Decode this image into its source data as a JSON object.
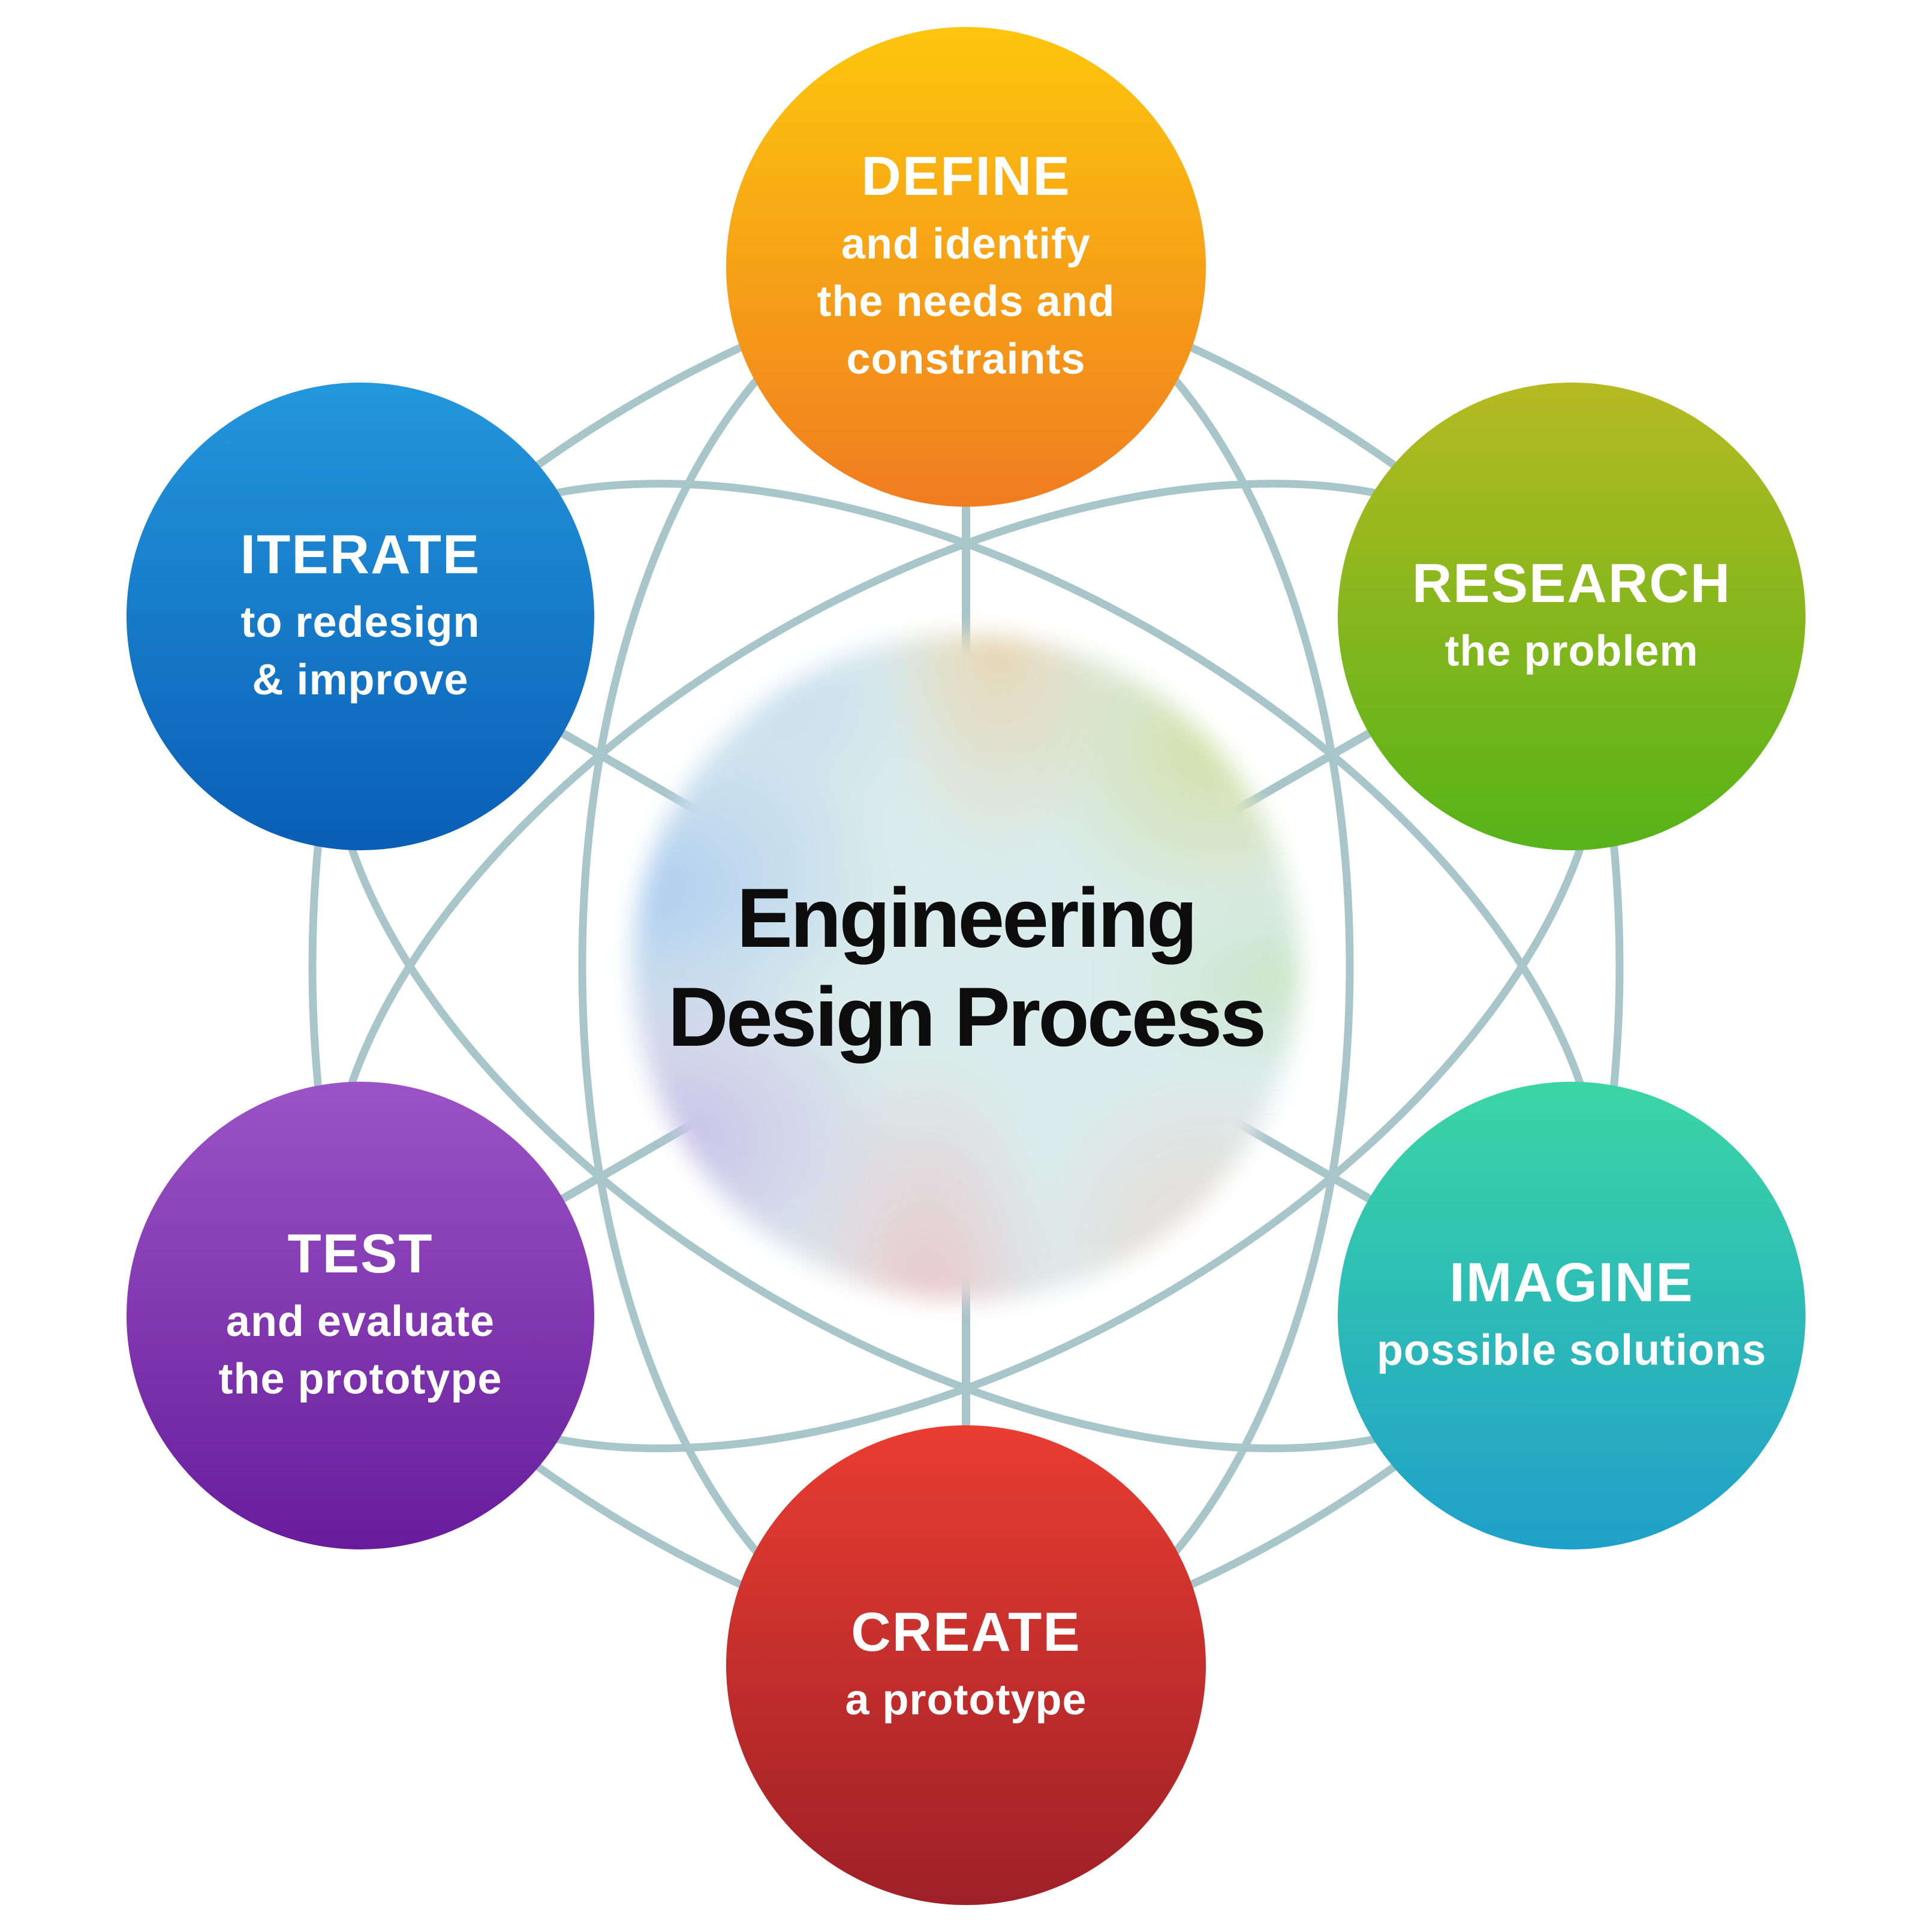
{
  "title": {
    "line1": "Engineering",
    "line2": "Design Process"
  },
  "nodes": [
    {
      "id": "define",
      "heading": "DEFINE",
      "lines": [
        "and identify",
        "the needs and",
        "constraints"
      ]
    },
    {
      "id": "research",
      "heading": "RESEARCH",
      "lines": [
        "the problem"
      ]
    },
    {
      "id": "imagine",
      "heading": "IMAGINE",
      "lines": [
        "possible solutions"
      ]
    },
    {
      "id": "create",
      "heading": "CREATE",
      "lines": [
        "a prototype"
      ]
    },
    {
      "id": "test",
      "heading": "TEST",
      "lines": [
        "and evaluate",
        "the prototype"
      ]
    },
    {
      "id": "iterate",
      "heading": "ITERATE",
      "lines": [
        "to redesign",
        "& improve"
      ]
    }
  ],
  "colors": {
    "define": [
      "#fdc60d",
      "#f07d20"
    ],
    "research": [
      "#b6ba22",
      "#55b318"
    ],
    "imagine": [
      "#3bd5a4",
      "#1fa0ca"
    ],
    "create": [
      "#e93d31",
      "#9e2027"
    ],
    "test": [
      "#9b53c6",
      "#681c9b"
    ],
    "iterate": [
      "#2397dd",
      "#0a5eb5"
    ],
    "line": "#a8c5ca",
    "title_text": "#0d0d0d",
    "node_text": "#ffffff"
  }
}
